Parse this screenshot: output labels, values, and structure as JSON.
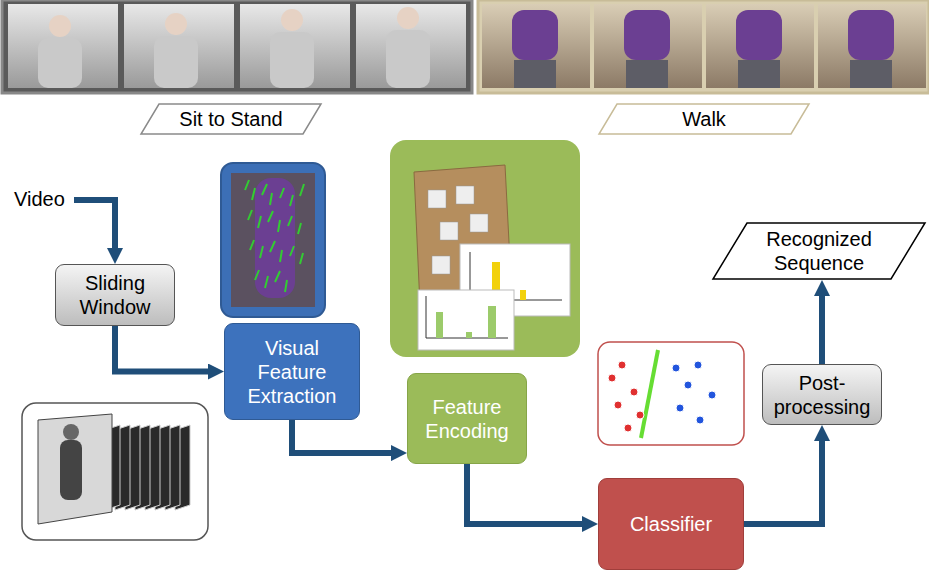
{
  "diagram": {
    "nodes": [
      {
        "text": [
          "Sit to Stand"
        ]
      },
      {
        "text": [
          "Walk"
        ]
      },
      {
        "text": [
          "Sliding Window"
        ]
      },
      {
        "text": [
          "Visual Feature Extraction"
        ]
      },
      {
        "text": [
          "Feature Encoding"
        ]
      },
      {
        "text": [
          "Classifier"
        ]
      },
      {
        "text": [
          "Post- processing"
        ]
      },
      {
        "text": [
          "Recognized Sequence"
        ]
      }
    ],
    "edges": [
      {
        "from": 2,
        "to": 3,
        "arrow": "to"
      },
      {
        "from": 3,
        "to": 4,
        "arrow": "to"
      },
      {
        "from": 4,
        "to": 5,
        "arrow": "to"
      },
      {
        "from": 5,
        "to": 6,
        "arrow": "to"
      },
      {
        "from": 6,
        "to": 7,
        "arrow": "to"
      }
    ],
    "labels": [
      "Video"
    ]
  }
}
